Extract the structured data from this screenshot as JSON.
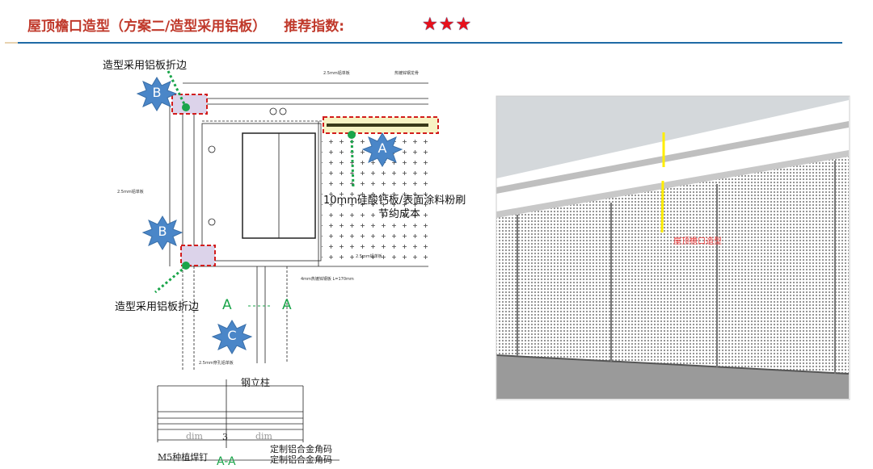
{
  "header": {
    "title": "屋顶檐口造型（方案二/造型采用铝板）",
    "recommend_label": "推荐指数:",
    "stars": "★★★",
    "star_count": 3,
    "accent_color": "#c0392b",
    "rule_color": "#1f6aa5"
  },
  "drawing": {
    "label_top": "造型采用铝板折边",
    "label_bottom": "造型采用铝板折边",
    "note_a_line1": "10mm硅酸钙板/表面涂料粉刷",
    "note_a_line2": "节约成本",
    "badge_a": "A",
    "badge_b1": "B",
    "badge_b2": "B",
    "badge_c": "C",
    "section_left": "A",
    "section_right": "A",
    "small_labels": [
      "2.5mm铝单板",
      "热镀锌钢龙骨",
      "2.5mm铝单板",
      "2.5mm铝单板",
      "4mm热镀锌钢板 L=170mm",
      "2.5mm穿孔铝单板"
    ]
  },
  "section": {
    "column_label": "钢立柱",
    "dim_left": "dim",
    "dim_right": "dim",
    "dim_center": "3",
    "stud_label": "M5种植焊钉",
    "bracket_label_1": "定制铝合金角码",
    "bracket_label_2": "定制铝合金角码",
    "section_title": "A-A"
  },
  "render": {
    "annotation": "屋顶檐口造型"
  }
}
